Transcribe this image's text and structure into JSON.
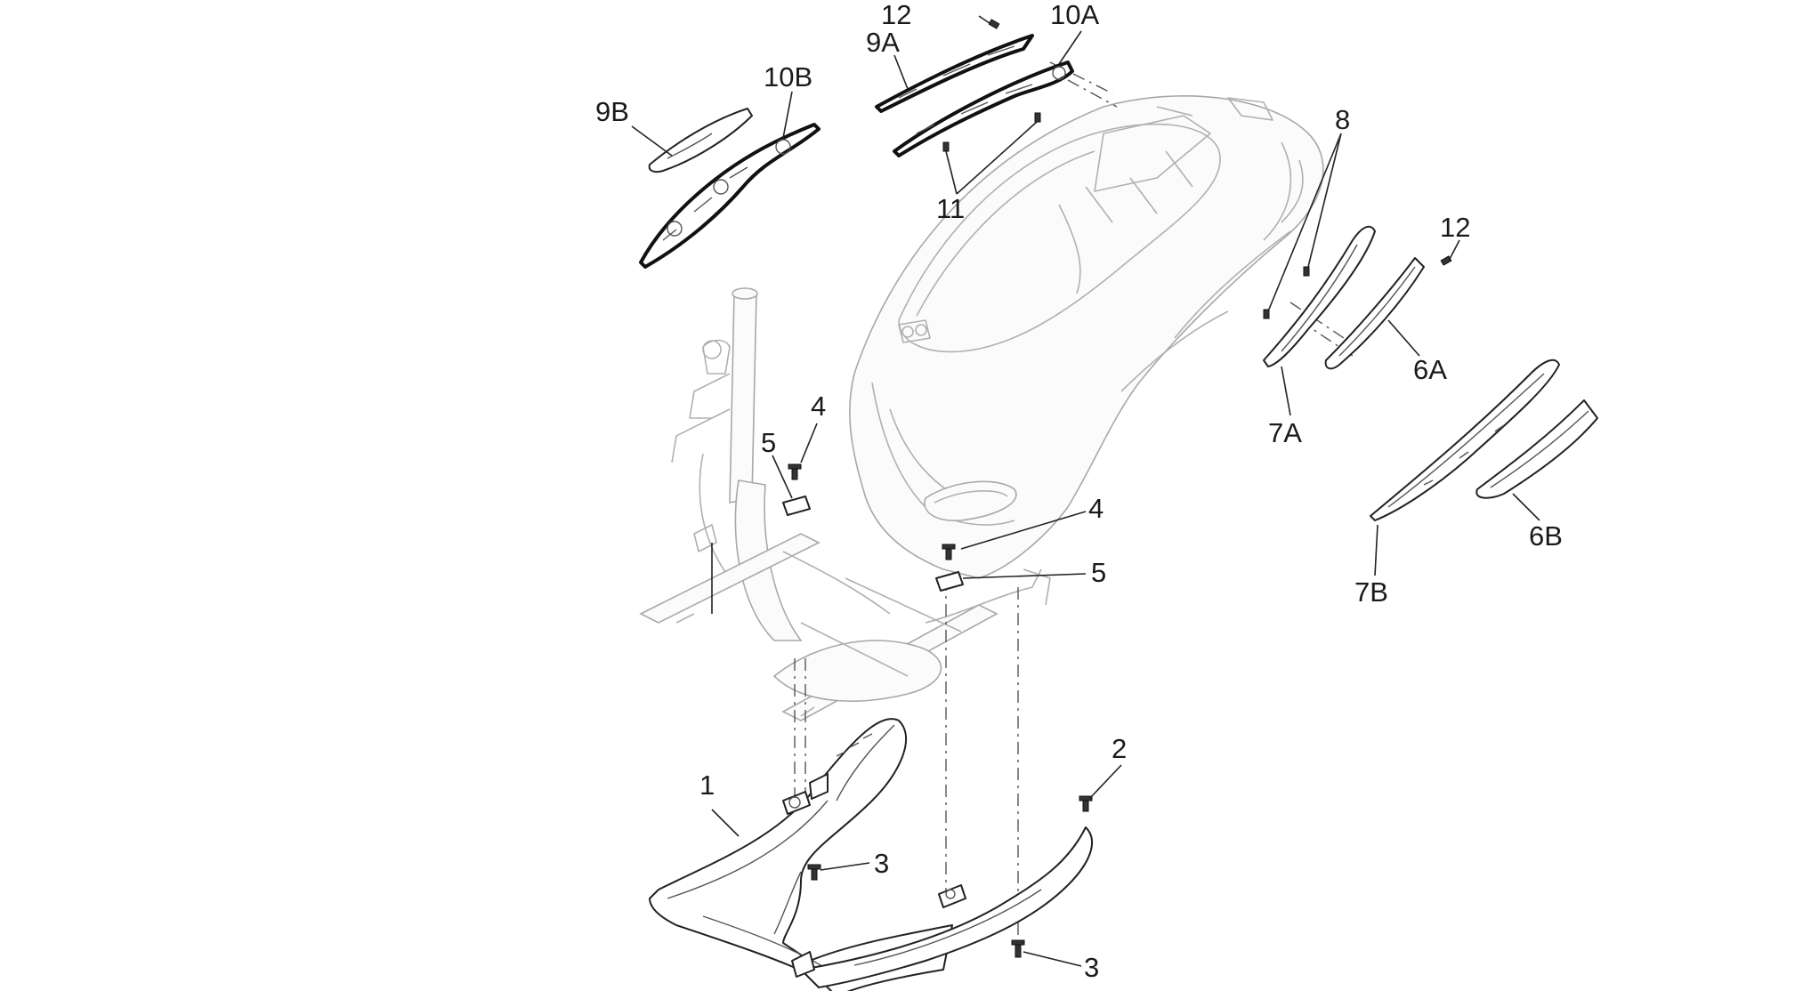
{
  "labels": {
    "l1": "1",
    "l2": "2",
    "l3a": "3",
    "l3b": "3",
    "l4a": "4",
    "l4b": "4",
    "l5a": "5",
    "l5b": "5",
    "l6a": "6A",
    "l6b": "6B",
    "l7a": "7A",
    "l7b": "7B",
    "l8": "8",
    "l9a": "9A",
    "l9b": "9B",
    "l10a": "10A",
    "l10b": "10B",
    "l11": "11",
    "l12a": "12",
    "l12b": "12"
  },
  "colors": {
    "line": "#222222",
    "ghost": "#b0b0b0",
    "background": "#ffffff"
  }
}
